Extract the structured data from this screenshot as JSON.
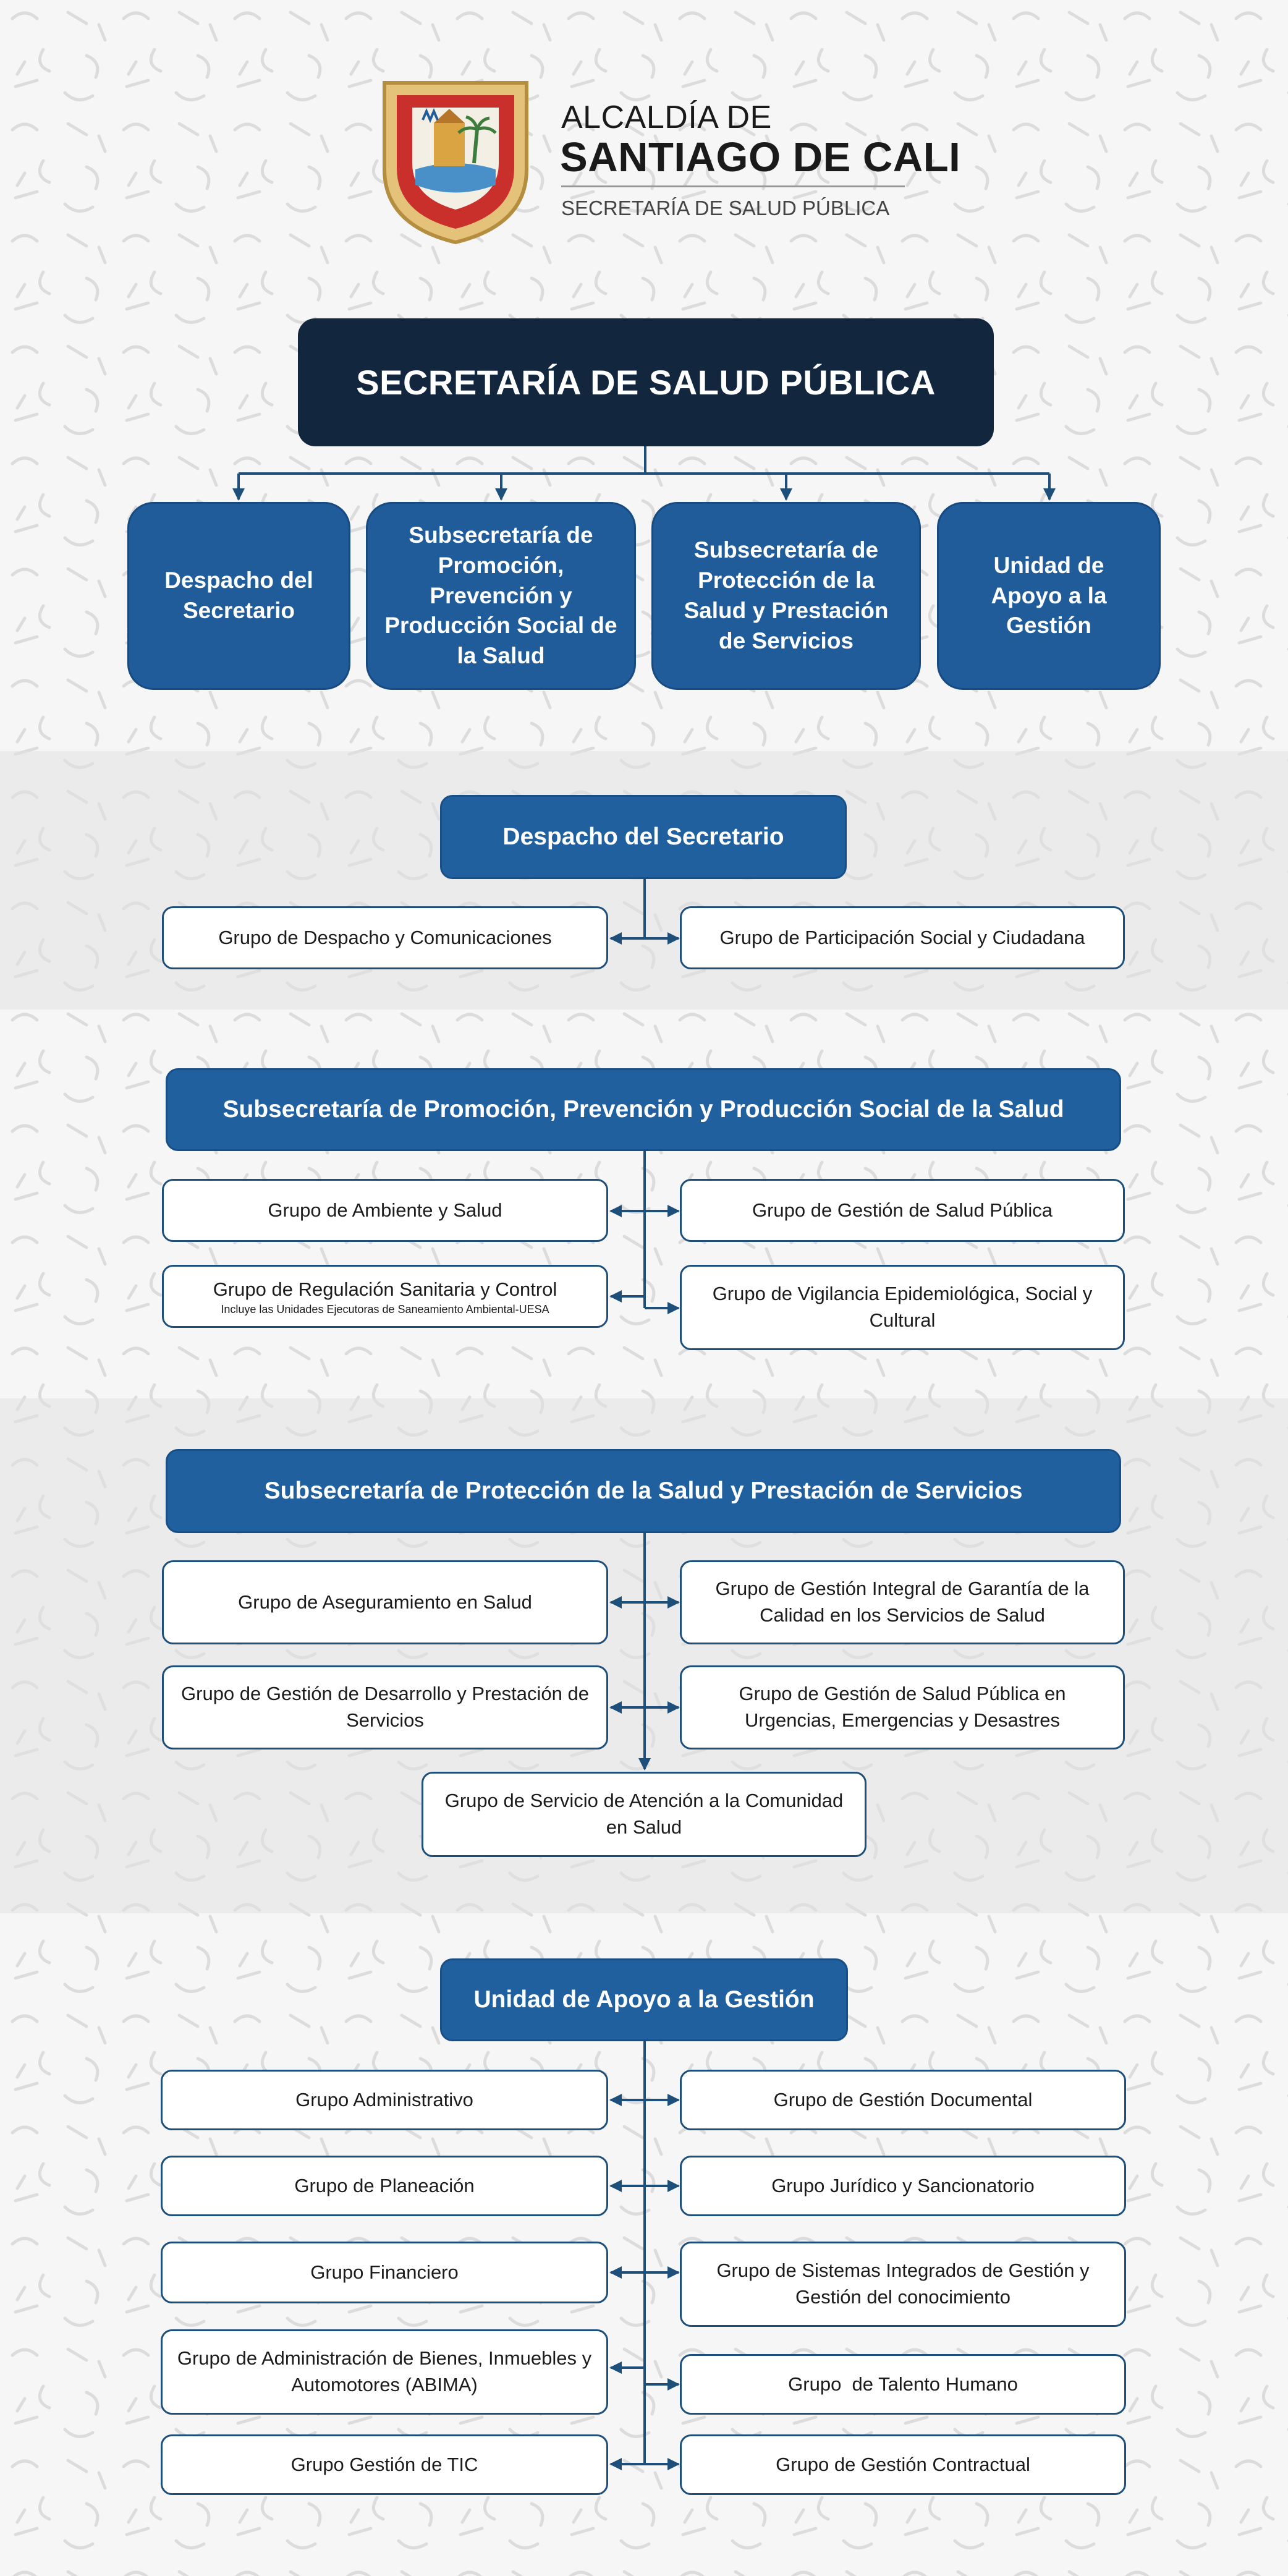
{
  "header": {
    "brand_line1": "ALCALDÍA DE",
    "brand_line2": "SANTIAGO DE CALI",
    "brand_line3": "SECRETARÍA DE SALUD PÚBLICA"
  },
  "root": {
    "title": "SECRETARÍA DE SALUD PÚBLICA"
  },
  "level1": [
    {
      "label": "Despacho del Secretario"
    },
    {
      "label": "Subsecretaría de Promoción, Prevención y Producción Social de la Salud"
    },
    {
      "label": "Subsecretaría de Protección de la Salud y Prestación de Servicios"
    },
    {
      "label": "Unidad de Apoyo a la Gestión"
    }
  ],
  "sections": [
    {
      "title": "Despacho del Secretario",
      "groups": [
        {
          "label": "Grupo de Despacho y Comunicaciones"
        },
        {
          "label": "Grupo de Participación Social y Ciudadana"
        }
      ]
    },
    {
      "title": "Subsecretaría de Promoción, Prevención y Producción Social de la Salud",
      "groups": [
        {
          "label": "Grupo de Ambiente y Salud"
        },
        {
          "label": "Grupo de Gestión de Salud Pública"
        },
        {
          "label": "Grupo de Regulación Sanitaria y Control",
          "note": "Incluye las Unidades Ejecutoras de Saneamiento Ambiental-UESA"
        },
        {
          "label": "Grupo de Vigilancia Epidemiológica, Social y Cultural"
        }
      ]
    },
    {
      "title": "Subsecretaría de Protección de la Salud y Prestación de Servicios",
      "groups": [
        {
          "label": "Grupo de Aseguramiento en Salud"
        },
        {
          "label": "Grupo de Gestión Integral de Garantía de la Calidad en los Servicios de Salud"
        },
        {
          "label": "Grupo de Gestión de Desarrollo y Prestación de Servicios"
        },
        {
          "label": "Grupo de Gestión de Salud Pública en Urgencias, Emergencias y Desastres"
        },
        {
          "label": "Grupo de Servicio de Atención a la Comunidad en Salud"
        }
      ]
    },
    {
      "title": "Unidad de Apoyo a la Gestión",
      "groups": [
        {
          "label": "Grupo Administrativo"
        },
        {
          "label": "Grupo de Gestión Documental"
        },
        {
          "label": "Grupo de Planeación"
        },
        {
          "label": "Grupo Jurídico y Sancionatorio"
        },
        {
          "label": "Grupo Financiero"
        },
        {
          "label": "Grupo de Sistemas Integrados de Gestión y Gestión del conocimiento"
        },
        {
          "label": "Grupo de Administración de Bienes, Inmuebles y Automotores (ABIMA)"
        },
        {
          "label": "Grupo  de Talento Humano"
        },
        {
          "label": "Grupo Gestión de TIC"
        },
        {
          "label": "Grupo de Gestión Contractual"
        }
      ]
    }
  ],
  "colors": {
    "root": "#12263e",
    "level1": "#1f5c99",
    "section_head": "#20609e",
    "group_border": "#1d4f7a",
    "connector": "#1d4f7a"
  },
  "logo_icon": "city-coat-of-arms-icon"
}
